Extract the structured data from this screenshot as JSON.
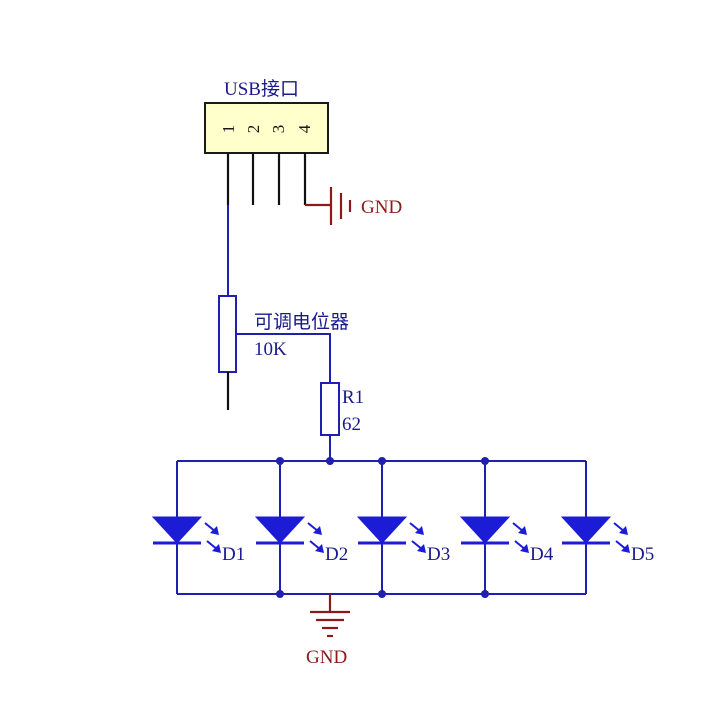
{
  "connector": {
    "title": "USB接口",
    "pins": [
      "1",
      "2",
      "3",
      "4"
    ],
    "body_color": "#ffffcc"
  },
  "potentiometer": {
    "name": "可调电位器",
    "value": "10K"
  },
  "resistor": {
    "ref": "R1",
    "value": "62"
  },
  "leds": [
    {
      "ref": "D1"
    },
    {
      "ref": "D2"
    },
    {
      "ref": "D3"
    },
    {
      "ref": "D4"
    },
    {
      "ref": "D5"
    }
  ],
  "ground": {
    "top_label": "GND",
    "bottom_label": "GND"
  },
  "colors": {
    "wire": "#1f1fb0",
    "led": "#1c1cd6",
    "ground": "#8b1a1a",
    "label": "#1a1a8c",
    "pin_lead": "#111111"
  }
}
